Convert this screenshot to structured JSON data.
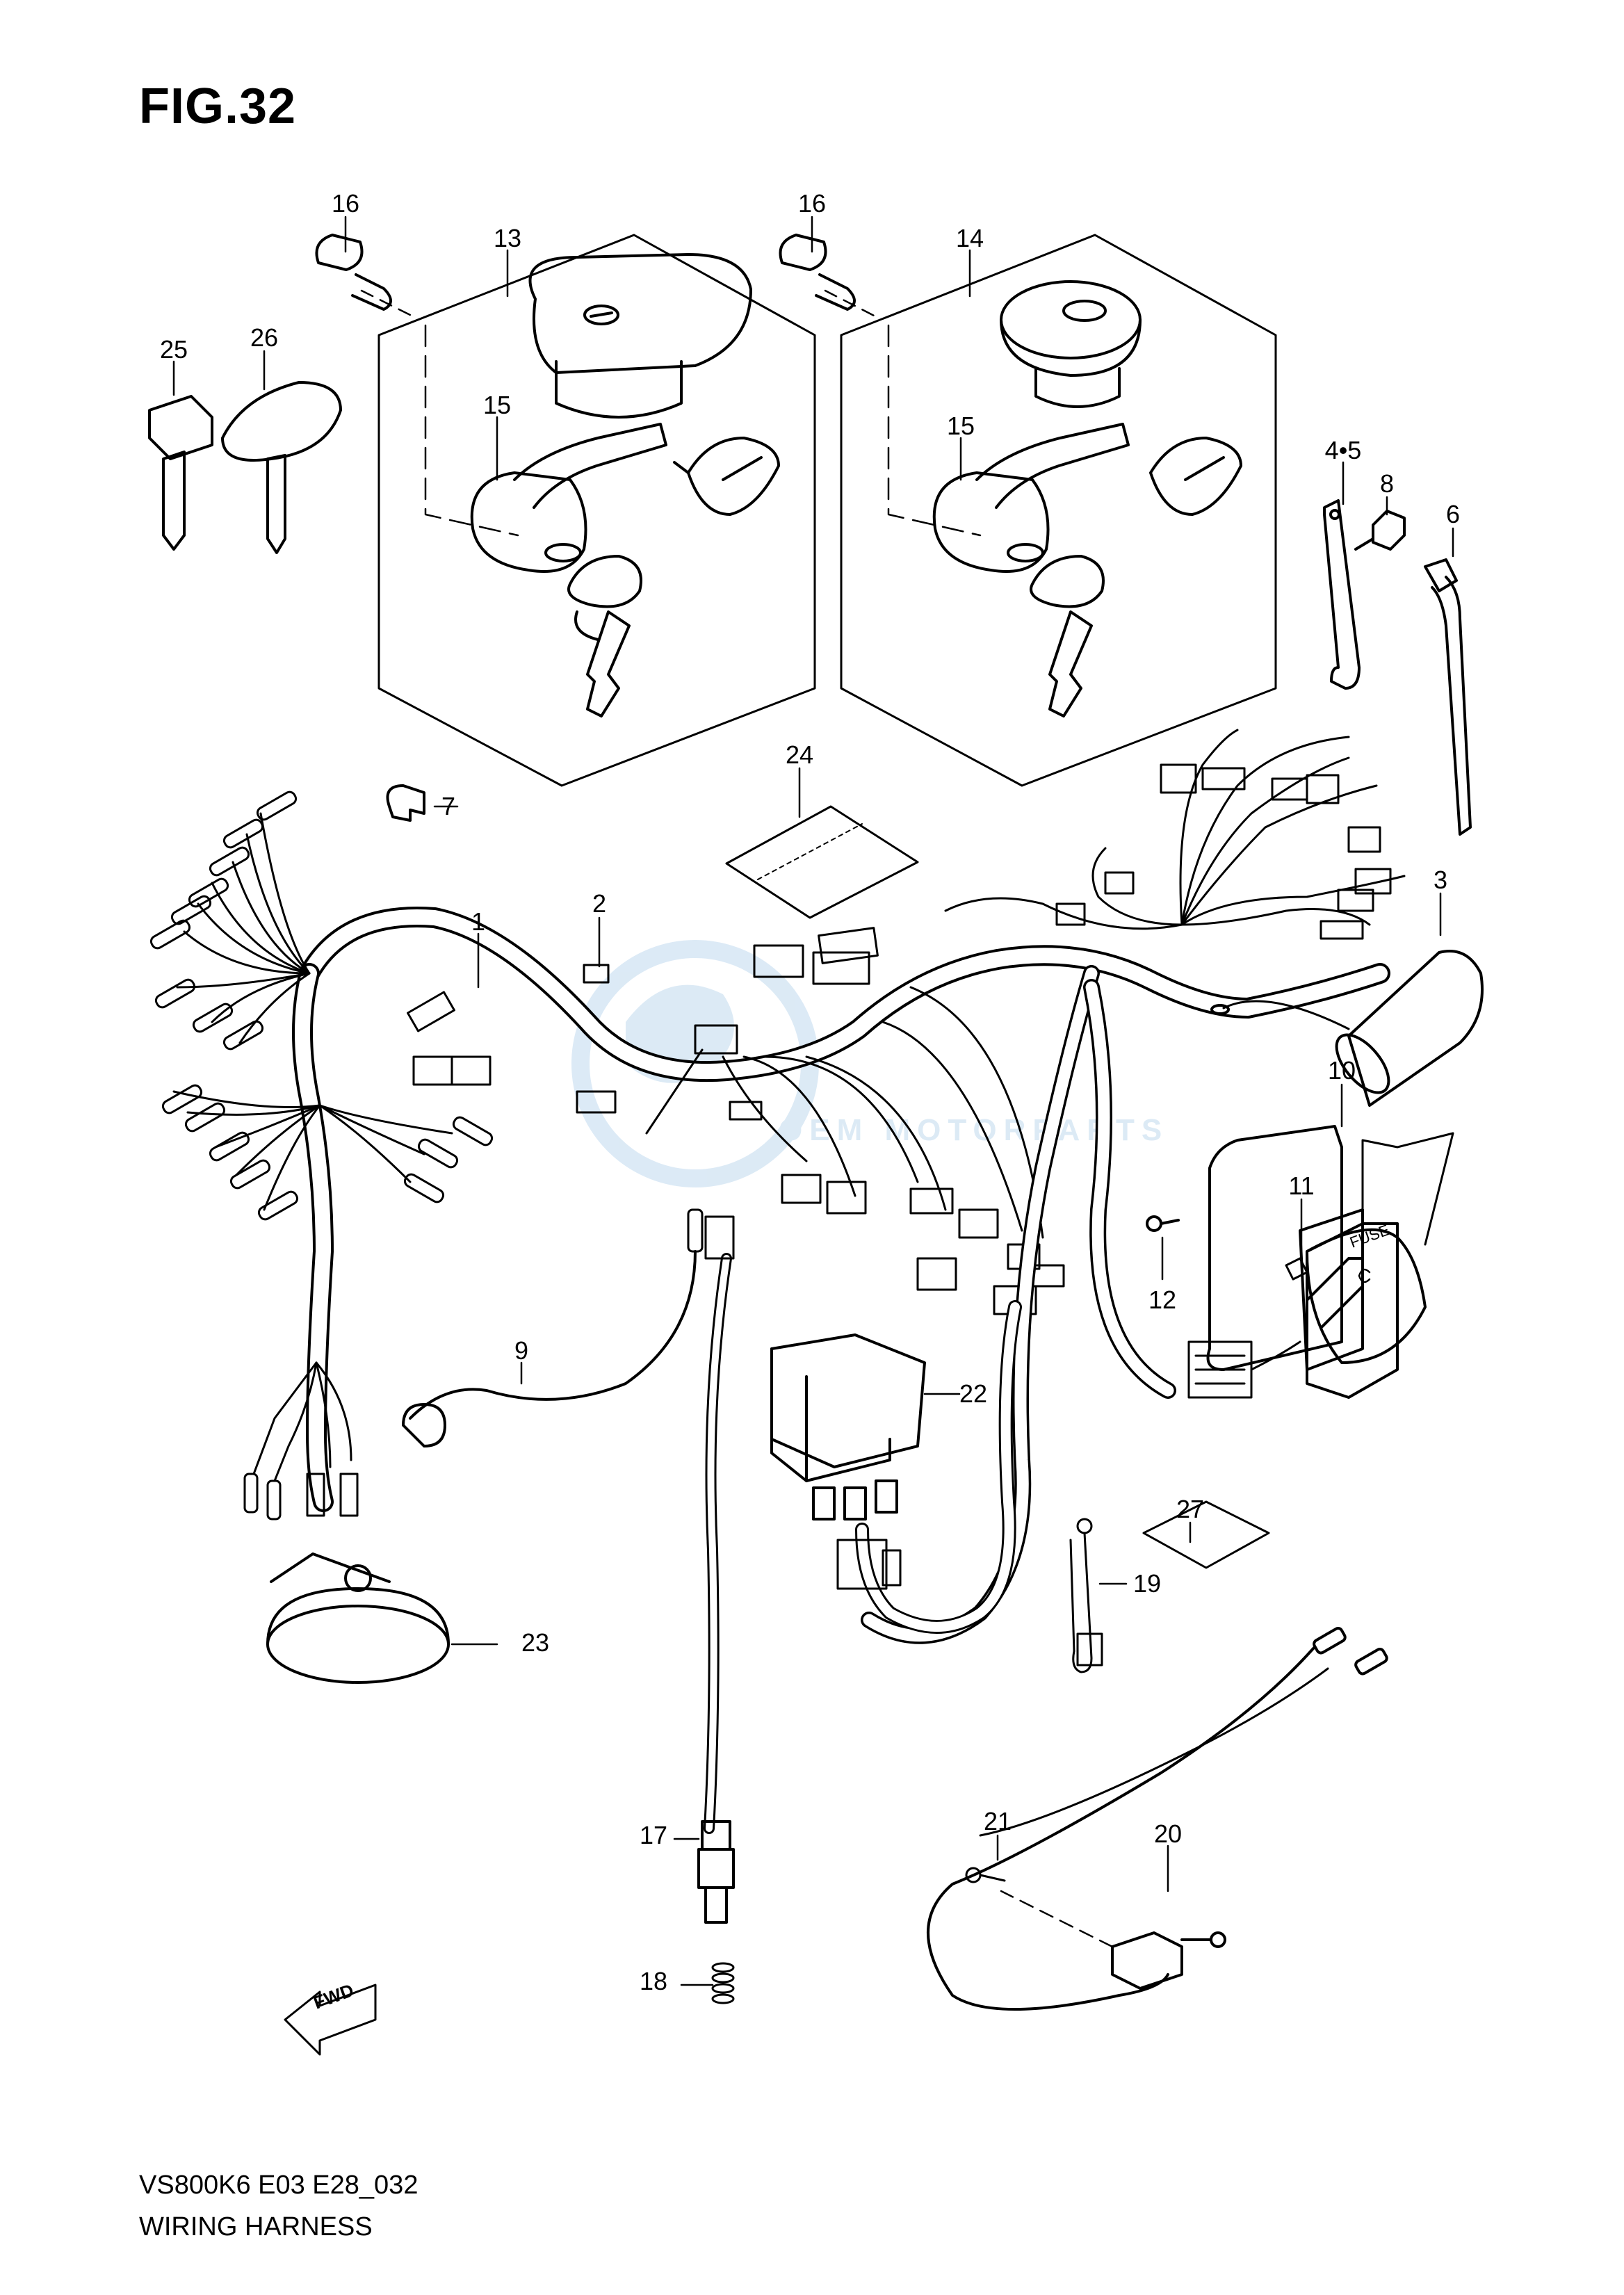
{
  "figure": {
    "title": "FIG.32",
    "code": "VS800K6 E03 E28_032",
    "subtitle": "WIRING HARNESS"
  },
  "diagram": {
    "fwd_label": "FWD",
    "fuse_box_text": "FUSE",
    "watermark_text": "OEM MOTORPARTS",
    "callouts": [
      "1",
      "2",
      "3",
      "4•5",
      "6",
      "7",
      "8",
      "9",
      "10",
      "11",
      "12",
      "13",
      "14",
      "15",
      "15",
      "16",
      "16",
      "17",
      "18",
      "19",
      "20",
      "21",
      "22",
      "23",
      "24",
      "25",
      "26",
      "27"
    ]
  }
}
